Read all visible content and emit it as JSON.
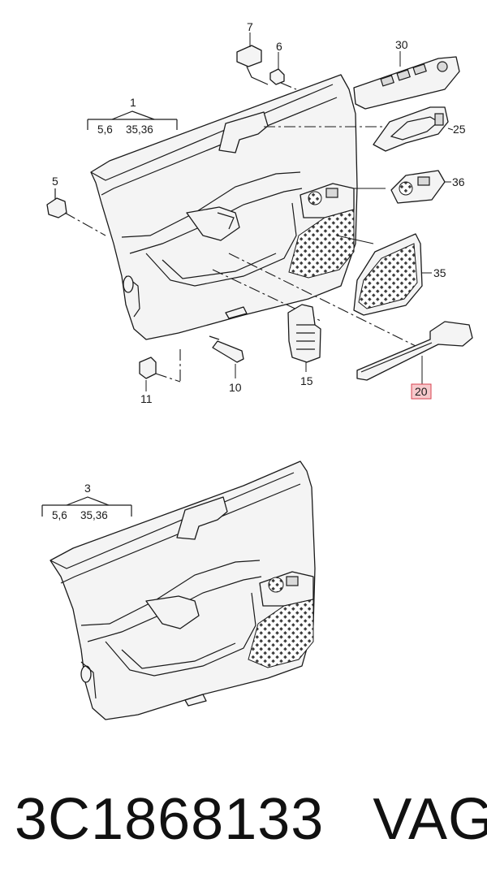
{
  "top": {
    "group_label": "1",
    "group_sub_a": "5,6",
    "group_sub_b": "35,36",
    "callouts": {
      "c30": "30",
      "c7": "7",
      "c6": "6",
      "c5": "5",
      "c25": "25",
      "c36": "36",
      "c35": "35",
      "c20": "20",
      "c15": "15",
      "c10": "10",
      "c11": "11"
    },
    "highlight_color": "#f7c9cc"
  },
  "bottom": {
    "group_label": "3",
    "group_sub_a": "5,6",
    "group_sub_b": "35,36"
  },
  "footer": {
    "part_number": "3C1868133",
    "brand": "VAG"
  }
}
